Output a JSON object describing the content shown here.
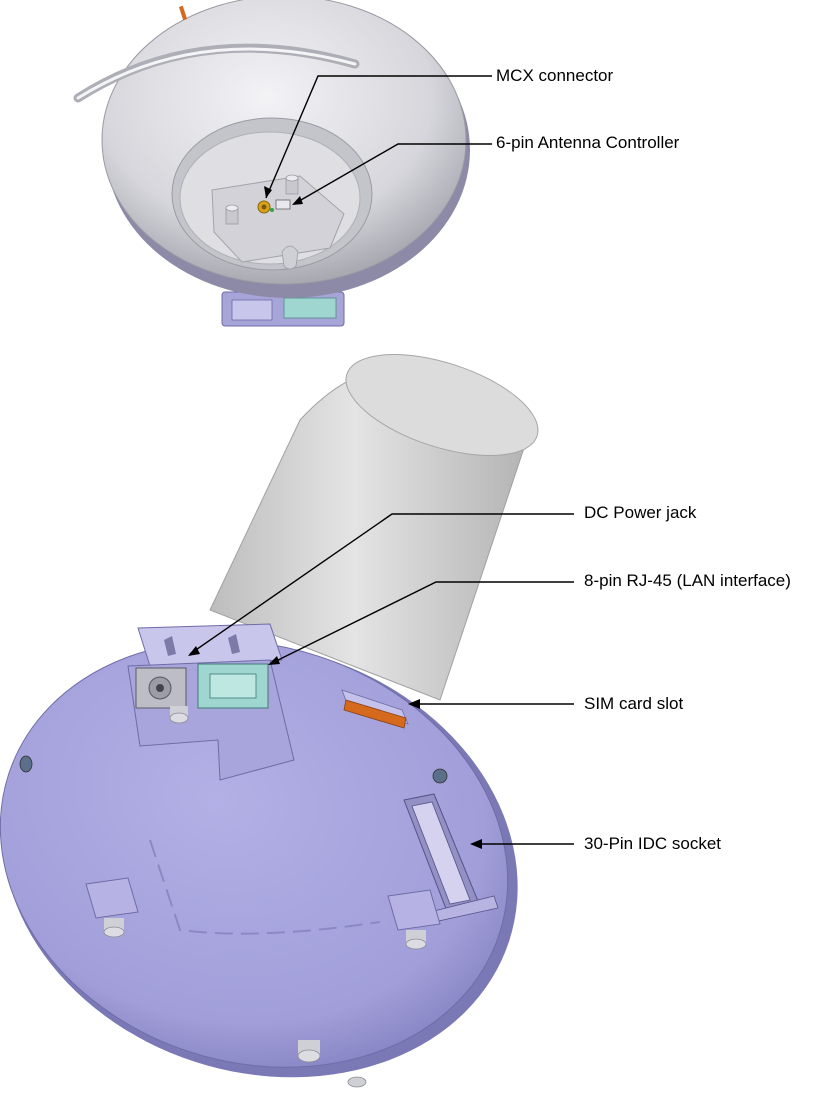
{
  "labels": {
    "mcx": "MCX connector",
    "antenna_ctrl": "6-pin Antenna Controller",
    "dc_power": "DC Power jack",
    "rj45": "8-pin RJ-45 (LAN interface)",
    "sim": "SIM card slot",
    "idc": "30-Pin IDC socket"
  },
  "colors": {
    "top_body": "#d9d9de",
    "bottom_body": "#a9a6df",
    "cylinder": "#d4d4d4",
    "rj45_port": "#9fd6d0",
    "sim_slot": "#d5691e",
    "leader_line": "#000000"
  }
}
